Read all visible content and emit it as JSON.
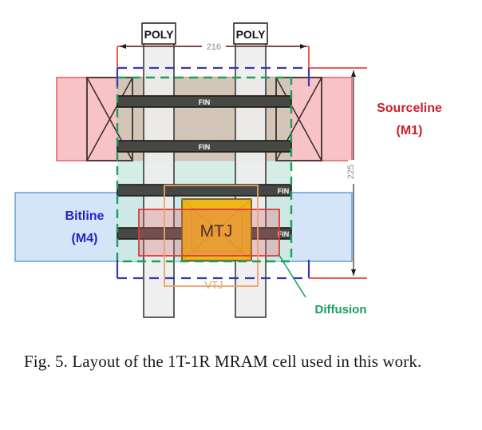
{
  "figure": {
    "labels": {
      "poly_left": "POLY",
      "poly_right": "POLY",
      "fin_1": "FIN",
      "fin_2": "FIN",
      "fin_3": "FIN",
      "fin_4": "FIN",
      "mtj": "MTJ",
      "vtj": "VTJ",
      "diffusion": "Diffusion",
      "sourceline_line1": "Sourceline",
      "sourceline_line2": "(M1)",
      "bitline_line1": "Bitline",
      "bitline_line2": "(M4)"
    },
    "dimensions": {
      "horizontal": "216",
      "vertical": "225"
    },
    "colors": {
      "sourceline_red": "#cc1f2a",
      "sourceline_fill": "#f7b8bc",
      "bitline_blue": "#2222cc",
      "bitline_fill": "#c3dcf4",
      "diffusion_green": "#17a05e",
      "mtj_gold": "#efb61c",
      "vtj_orange": "#e8a46b",
      "fin_dark": "#474744",
      "poly_gray": "#ededed",
      "diffusion_tan": "#cfc6b5",
      "teal_fill": "#cceae2",
      "outline_dark": "#3b3b3b",
      "dim_gray": "#8c8c8c",
      "mtj_box_red": "#e03a35",
      "blue_dash": "#3a36b5"
    }
  },
  "caption": {
    "text": "Fig. 5. Layout of the 1T-1R MRAM cell used in this work."
  }
}
